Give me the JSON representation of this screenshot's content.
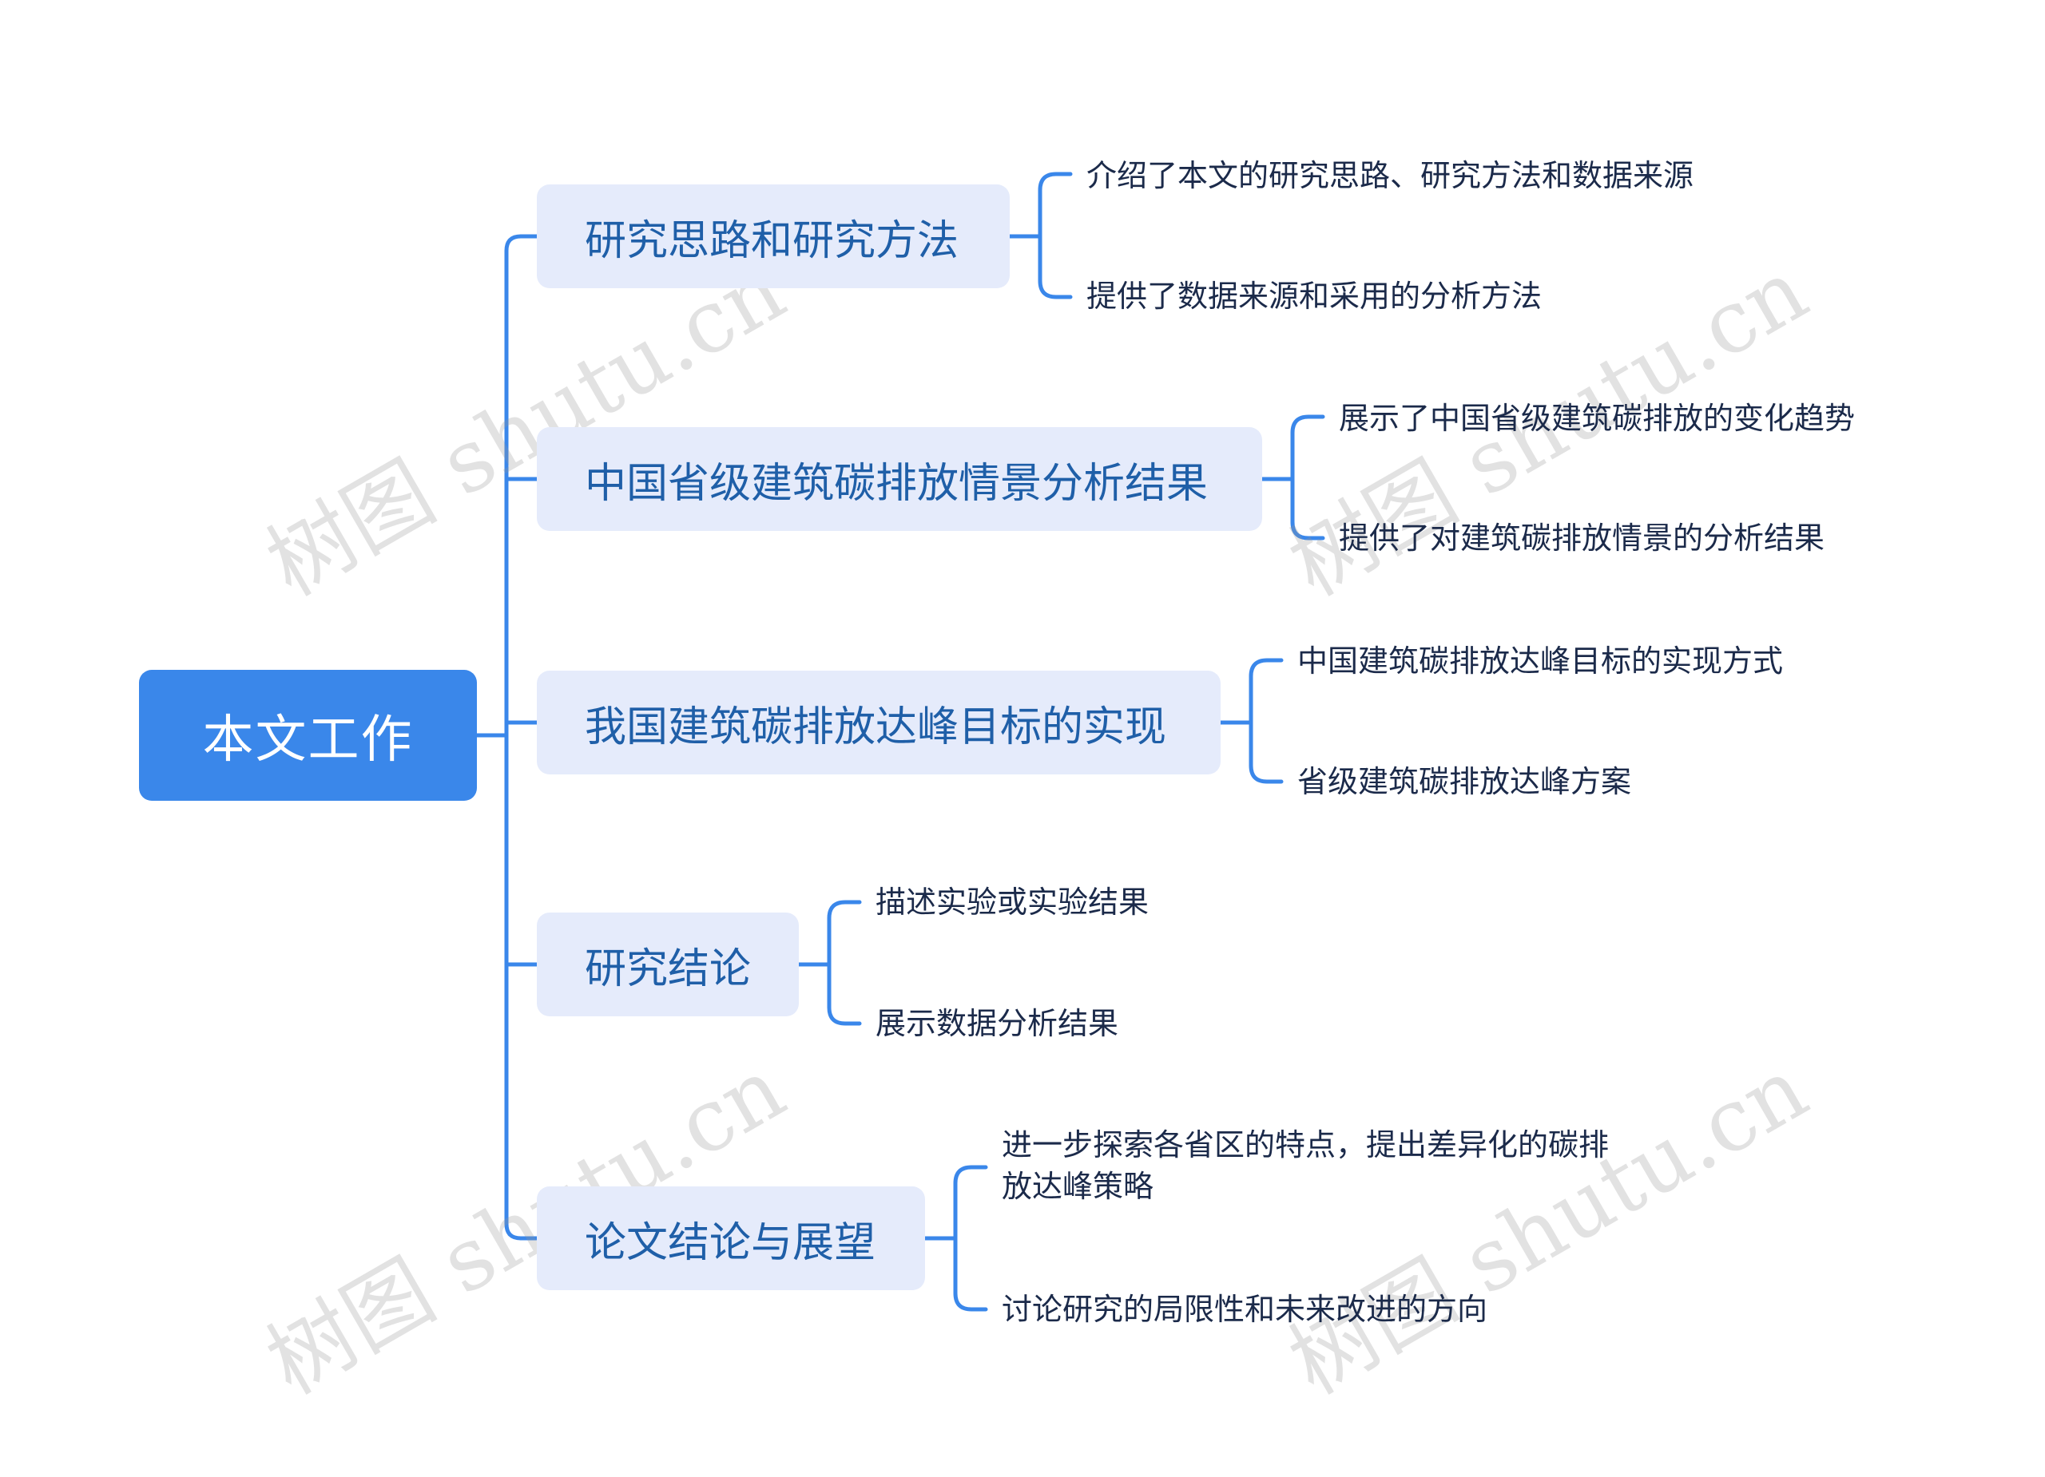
{
  "mindmap": {
    "root": "本文工作",
    "branches": [
      {
        "label": "研究思路和研究方法",
        "children": [
          "介绍了本文的研究思路、研究方法和数据来源",
          "提供了数据来源和采用的分析方法"
        ]
      },
      {
        "label": "中国省级建筑碳排放情景分析结果",
        "children": [
          "展示了中国省级建筑碳排放的变化趋势",
          "提供了对建筑碳排放情景的分析结果"
        ]
      },
      {
        "label": "我国建筑碳排放达峰目标的实现",
        "children": [
          "中国建筑碳排放达峰目标的实现方式",
          "省级建筑碳排放达峰方案"
        ]
      },
      {
        "label": "研究结论",
        "children": [
          "描述实验或实验结果",
          "展示数据分析结果"
        ]
      },
      {
        "label": "论文结论与展望",
        "children": [
          "进一步探索各省区的特点，提出差异化的碳排",
          "放达峰策略",
          "讨论研究的局限性和未来改进的方向"
        ]
      }
    ]
  },
  "watermark": "树图 shutu.cn",
  "colors": {
    "root_bg": "#3A87EA",
    "branch_bg": "#E5EBFB",
    "branch_text": "#1F5FA8",
    "line": "#3A87EA",
    "leaf_text": "#1B2A4A"
  }
}
